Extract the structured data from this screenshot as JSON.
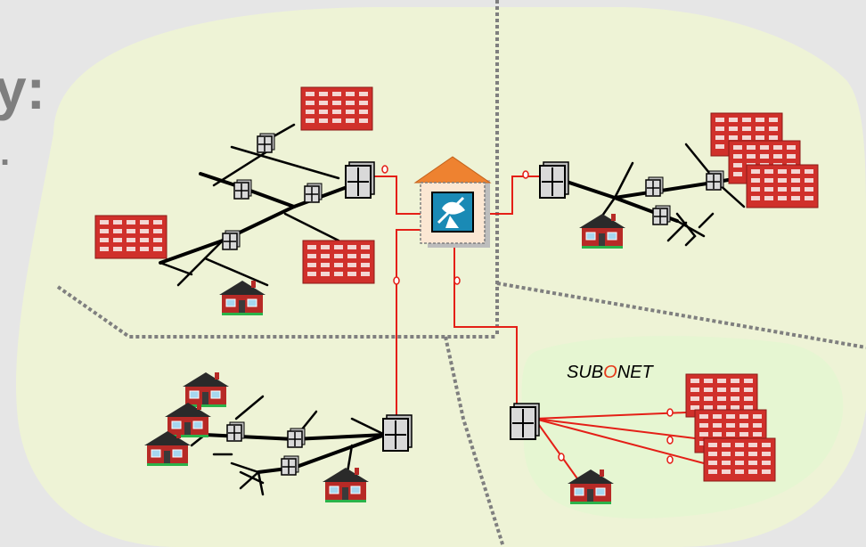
{
  "title_fragment": "y:",
  "title_fragment2": ".",
  "subnet": {
    "prefix": "SUB",
    "highlight": "O",
    "suffix": "NET"
  },
  "colors": {
    "background": "#e6e6e6",
    "region": "#eef3d6",
    "subnet_region": "#e6f6d2",
    "link": "#e41f17",
    "cable": "#000000",
    "hub_roof": "#ee8230",
    "hub_wall": "#fbe7d3",
    "hub_screen": "#1a8ab5",
    "building": "#d0302b",
    "divider": "#7f7f7f"
  },
  "icons": [
    "headend-hub-icon",
    "satellite-dish-icon",
    "fiber-node-icon",
    "amplifier-icon",
    "apartment-building-icon",
    "house-icon",
    "splitter-icon"
  ]
}
